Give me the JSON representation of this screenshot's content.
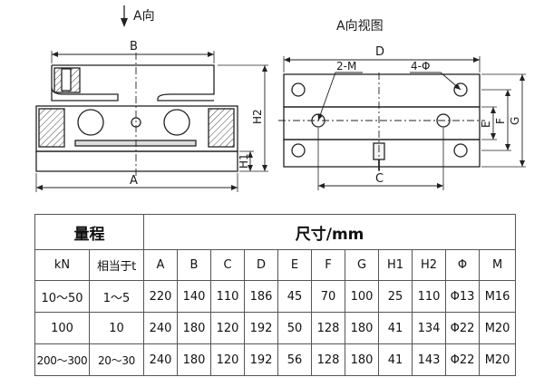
{
  "drawing": {
    "view_arrow_label": "A向",
    "view_title": "A向视图",
    "labels": {
      "B": "B",
      "A": "A",
      "H2": "H2",
      "H1": "H1",
      "D": "D",
      "C": "C",
      "E": "E",
      "F": "F",
      "G": "G",
      "M": "2-M",
      "Phi": "4-Φ"
    }
  },
  "table": {
    "range_header": "量程",
    "size_header": "尺寸/mm",
    "columns": [
      "kN",
      "相当于t",
      "A",
      "B",
      "C",
      "D",
      "E",
      "F",
      "G",
      "H1",
      "H2",
      "Φ",
      "M"
    ],
    "rows": [
      [
        "10～50",
        "1～5",
        "220",
        "140",
        "110",
        "186",
        "45",
        "70",
        "100",
        "25",
        "110",
        "Φ13",
        "M16"
      ],
      [
        "100",
        "10",
        "240",
        "180",
        "120",
        "192",
        "50",
        "128",
        "180",
        "41",
        "134",
        "Φ22",
        "M20"
      ],
      [
        "200～300",
        "20～30",
        "240",
        "180",
        "120",
        "192",
        "56",
        "128",
        "180",
        "41",
        "143",
        "Φ22",
        "M20"
      ]
    ]
  }
}
